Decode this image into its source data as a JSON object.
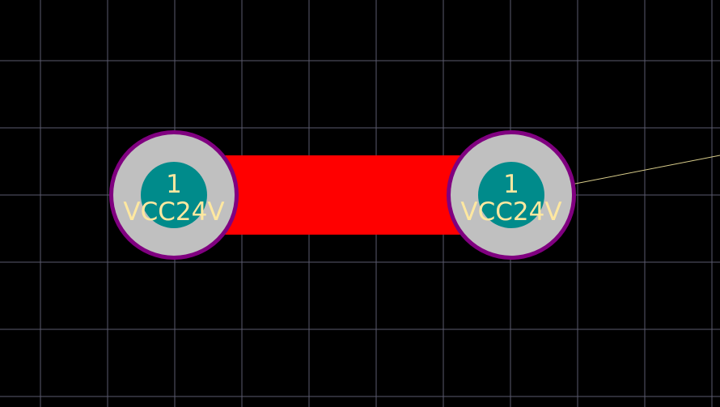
{
  "colors": {
    "background": "#000000",
    "grid": "#5a5a6e",
    "track": "#ff0000",
    "pad_outline": "#800080",
    "pad_copper": "#c0c0c0",
    "pad_hole": "#008b8b",
    "pad_text": "#ffe8a0",
    "ratsnest": "#d8cc8a"
  },
  "pads": [
    {
      "number": "1",
      "net": "VCC24V"
    },
    {
      "number": "1",
      "net": "VCC24V"
    }
  ]
}
